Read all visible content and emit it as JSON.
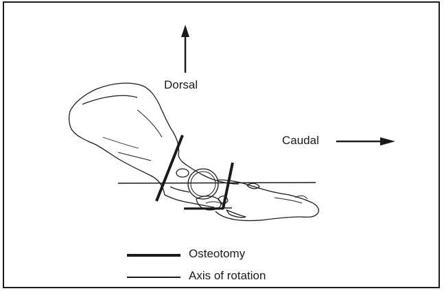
{
  "directions": {
    "dorsal": "Dorsal",
    "caudal": "Caudal"
  },
  "legend": {
    "osteotomy": "Osteotomy",
    "axis": "Axis of rotation"
  },
  "colors": {
    "ink": "#1a1a1a",
    "background": "#ffffff"
  }
}
